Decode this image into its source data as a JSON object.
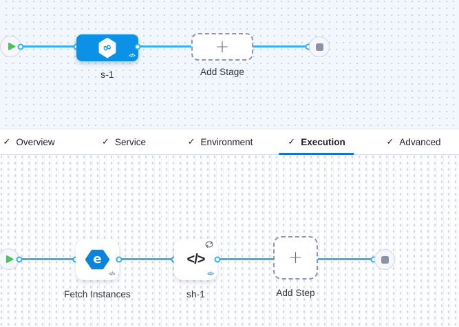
{
  "glyphs": {
    "check": "✓",
    "plus": "+",
    "code": "</>",
    "infinity": "∞",
    "fetch_instances": "e"
  },
  "colors": {
    "stage_node_blue": "#0b91e6",
    "connector_blue": "#38b3f1",
    "tab_underline_blue": "#1373d1",
    "play_green": "#4cc15e",
    "end_square_gray": "#8e92a8"
  },
  "stage_canvas": {
    "stage": {
      "label": "s-1"
    },
    "add_stage": {
      "label": "Add Stage"
    }
  },
  "tabs": [
    {
      "label": "Overview",
      "checked": true,
      "active": false
    },
    {
      "label": "Service",
      "checked": true,
      "active": false
    },
    {
      "label": "Environment",
      "checked": true,
      "active": false
    },
    {
      "label": "Execution",
      "checked": true,
      "active": true
    },
    {
      "label": "Advanced",
      "checked": true,
      "active": false
    }
  ],
  "execution_canvas": {
    "steps": [
      {
        "label": "Fetch Instances"
      },
      {
        "label": "sh-1"
      }
    ],
    "add_step": {
      "label": "Add Step"
    }
  }
}
